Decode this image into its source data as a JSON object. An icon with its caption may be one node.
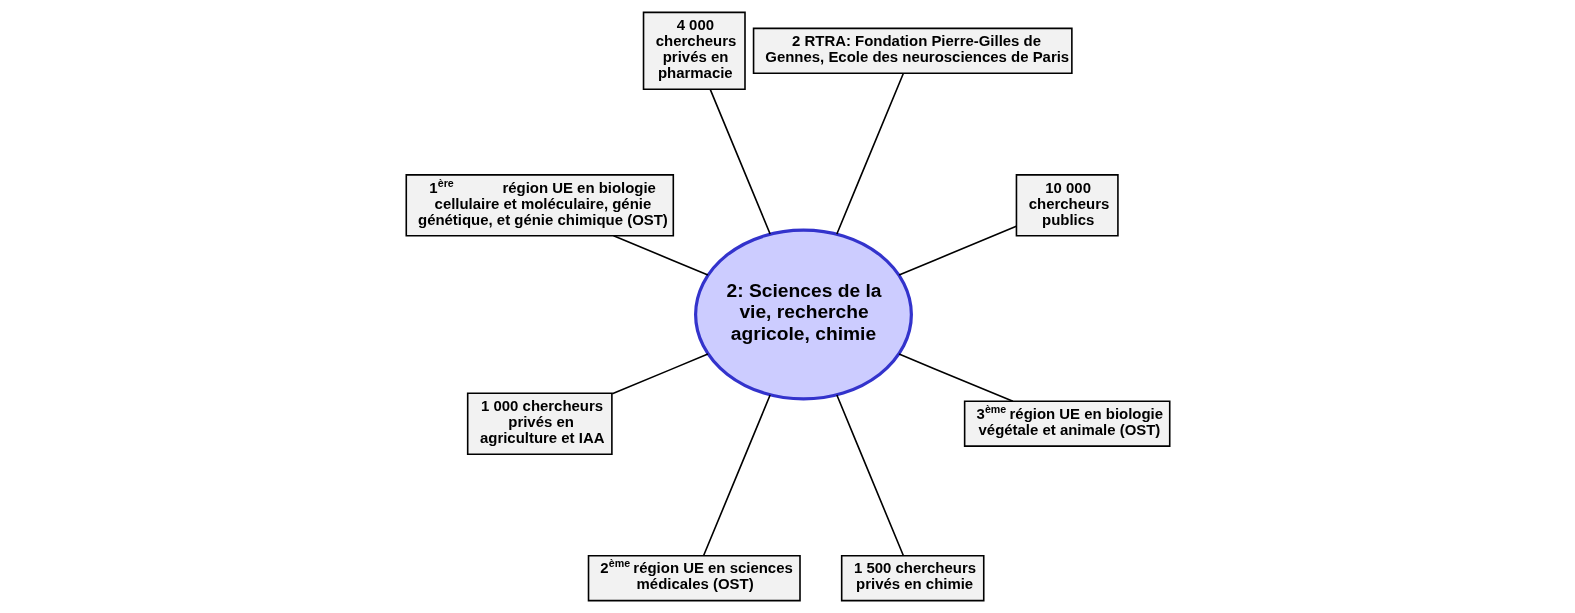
{
  "diagram": {
    "nodes": [
      {
        "text": [
          "2: Sciences de la vie, recherche agricole, chimie"
        ]
      },
      {
        "text": [
          "10 000 chercheurs publics"
        ]
      },
      {
        "text": [
          "2 RTRA: Fondation Pierre-Gilles de Gennes, Ecole des neurosciences de Paris"
        ]
      },
      {
        "text": [
          "4 000 chercheurs privés en pharmacie"
        ]
      },
      {
        "text": [
          "1$^{ère}$ région UE en biologie cellulaire et moléculaire, génie génétique, et génie chimique (OST)"
        ]
      },
      {
        "text": [
          "1 000 chercheurs privés en agriculture et IAA"
        ]
      },
      {
        "text": [
          "2$^{ème}$ région UE en sciences médicales (OST)"
        ]
      },
      {
        "text": [
          "1 500 chercheurs privés en chimie"
        ]
      },
      {
        "text": [
          "3$^{ème}$ région UE en biologie végétale et animale (OST)"
        ]
      }
    ],
    "edges": [
      {
        "from": 0,
        "to": 1,
        "arrow": "none"
      },
      {
        "from": 0,
        "to": 2,
        "arrow": "none"
      },
      {
        "from": 0,
        "to": 3,
        "arrow": "none"
      },
      {
        "from": 0,
        "to": 4,
        "arrow": "none"
      },
      {
        "from": 0,
        "to": 5,
        "arrow": "none"
      },
      {
        "from": 0,
        "to": 6,
        "arrow": "none"
      },
      {
        "from": 0,
        "to": 7,
        "arrow": "none"
      },
      {
        "from": 0,
        "to": 8,
        "arrow": "none"
      }
    ]
  }
}
